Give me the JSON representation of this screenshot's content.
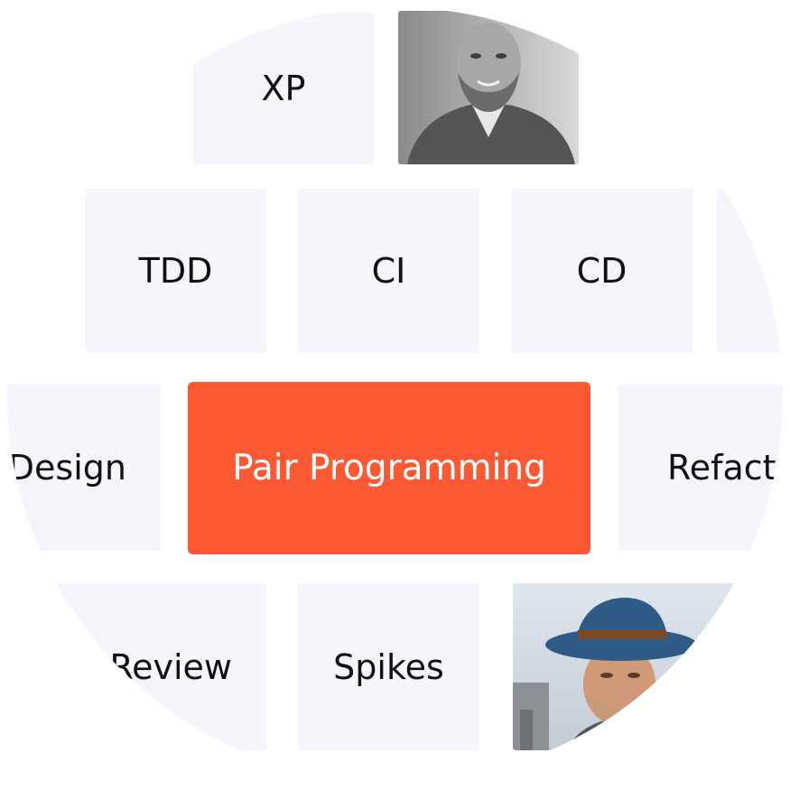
{
  "tiles": {
    "xp": "XP",
    "tdd": "TDD",
    "ci": "CI",
    "cd": "CD",
    "design": "Design",
    "pair_programming": "Pair  Programming",
    "refactoring": "Refactoring",
    "review": "Code Review",
    "spikes": "Spikes"
  },
  "colors": {
    "accent": "#fb5933",
    "tile_bg": "#f5f6fb",
    "text": "#111111"
  }
}
